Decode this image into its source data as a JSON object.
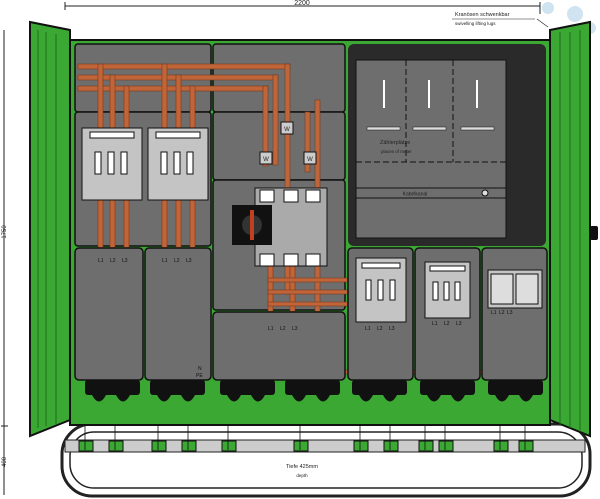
{
  "dimensions": {
    "width": "2200",
    "height": "1750",
    "base": "400"
  },
  "lifting_lugs": {
    "label_de": "Kranösen schwenkbar",
    "label_en": "swivelling lifting lugs"
  },
  "meter": {
    "label_de": "Zählerplätze",
    "label_en": "places of meter",
    "cable_duct": "Kabelkanal"
  },
  "depth": {
    "label_de": "Tiefe 425mm",
    "label_en": "depth"
  },
  "phases": [
    "L1",
    "L2",
    "L3"
  ],
  "neutral": "N",
  "earth": "PE",
  "transformer_label": "W",
  "colors": {
    "door": "#3aa832",
    "panel": "#6e6e6e",
    "copper": "#c0643a",
    "frame": "#222222"
  }
}
